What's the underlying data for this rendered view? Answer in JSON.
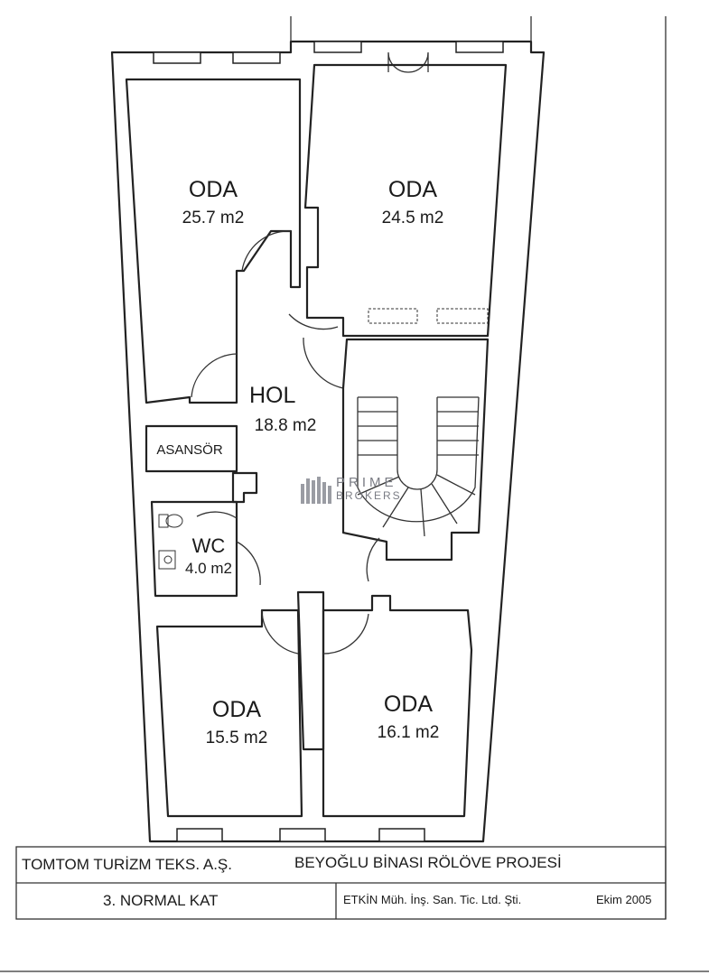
{
  "rooms": {
    "oda_top_left": {
      "name": "ODA",
      "area": "25.7 m2"
    },
    "oda_top_right": {
      "name": "ODA",
      "area": "24.5 m2"
    },
    "hol": {
      "name": "HOL",
      "area": "18.8 m2"
    },
    "asansor": {
      "name": "ASANSÖR"
    },
    "wc": {
      "name": "WC",
      "area": "4.0 m2"
    },
    "oda_bottom_left": {
      "name": "ODA",
      "area": "15.5 m2"
    },
    "oda_bottom_right": {
      "name": "ODA",
      "area": "16.1 m2"
    }
  },
  "watermark": {
    "line1": "PRIME",
    "line2": "BROKERS"
  },
  "title_block": {
    "company": "TOMTOM TURİZM TEKS. A.Ş.",
    "project": "BEYOĞLU BİNASI RÖLÖVE PROJESİ",
    "floor": "3. NORMAL KAT",
    "drafter": "ETKİN Müh. İnş. San. Tic. Ltd. Şti.",
    "date": "Ekim 2005"
  }
}
